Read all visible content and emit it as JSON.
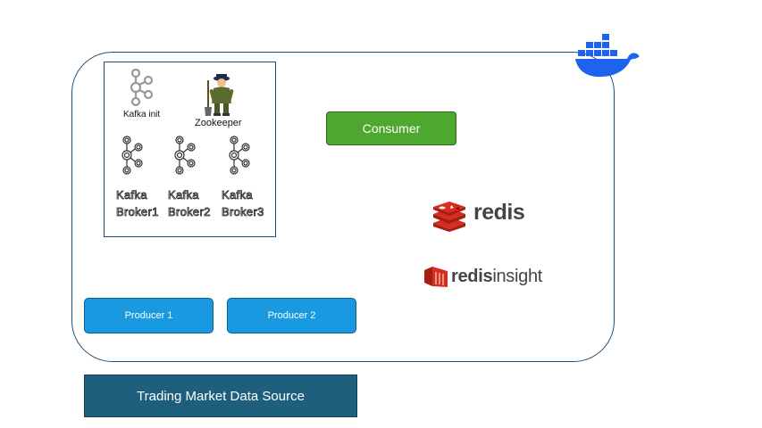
{
  "diagram": {
    "kafka_init_label": "Kafka init",
    "zookeeper_label": "Zookeeper",
    "brokers": [
      {
        "line1": "Kafka",
        "line2": "Broker1"
      },
      {
        "line1": "Kafka",
        "line2": "Broker2"
      },
      {
        "line1": "Kafka",
        "line2": "Broker3"
      }
    ],
    "consumer_label": "Consumer",
    "producers": [
      "Producer 1",
      "Producer 2"
    ],
    "data_source_label": "Trading Market Data Source",
    "redis_label": "redis",
    "redisinsight_label_bold": "redis",
    "redisinsight_label_rest": "insight"
  },
  "icons": [
    "docker-icon",
    "kafka-icon",
    "zookeeper-icon",
    "redis-icon",
    "redisinsight-icon"
  ],
  "colors": {
    "container_border": "#1f4e79",
    "consumer_fill": "#4ea72e",
    "producer_fill": "#199ae0",
    "data_source_fill": "#1e5f7e",
    "docker_blue": "#1d63ed",
    "redis_red": "#d82c20"
  }
}
